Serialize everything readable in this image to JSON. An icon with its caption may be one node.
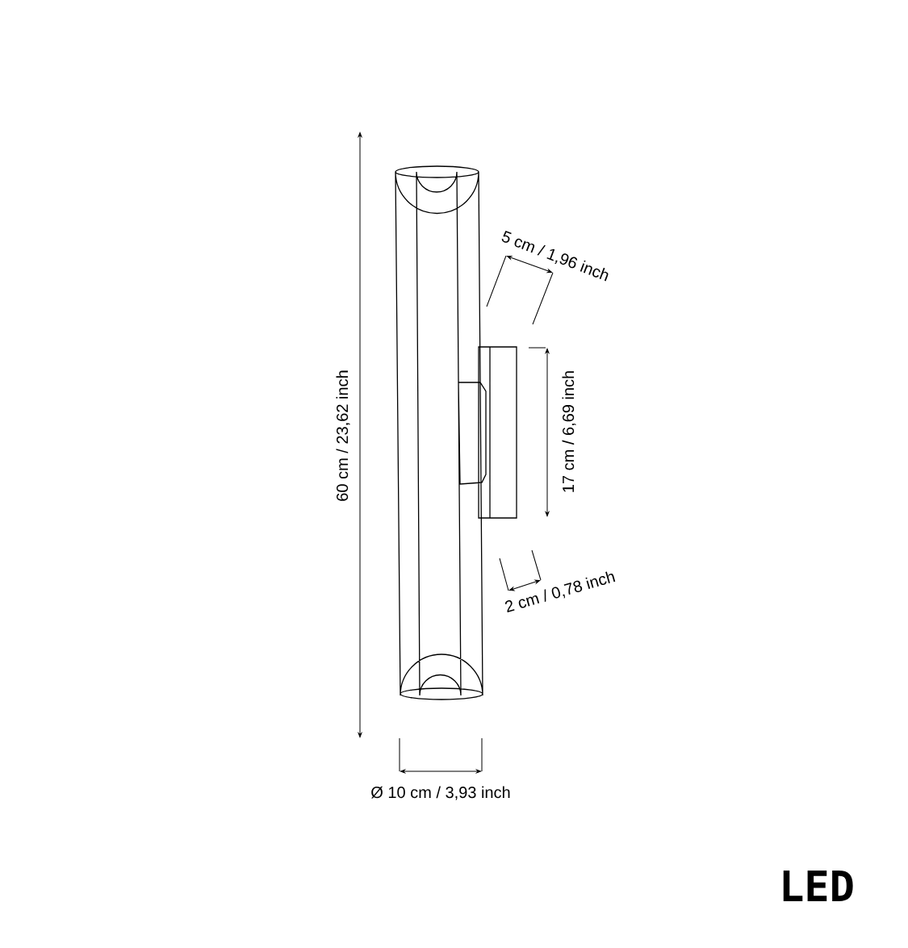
{
  "diagram": {
    "labels": [
      "5 cm / 1,96 inch",
      "60 cm / 23,62 inch",
      "17 cm / 6,69 inch",
      "2 cm / 0,78 inch",
      "Ø 10 cm / 3,93 inch",
      "LED"
    ]
  }
}
